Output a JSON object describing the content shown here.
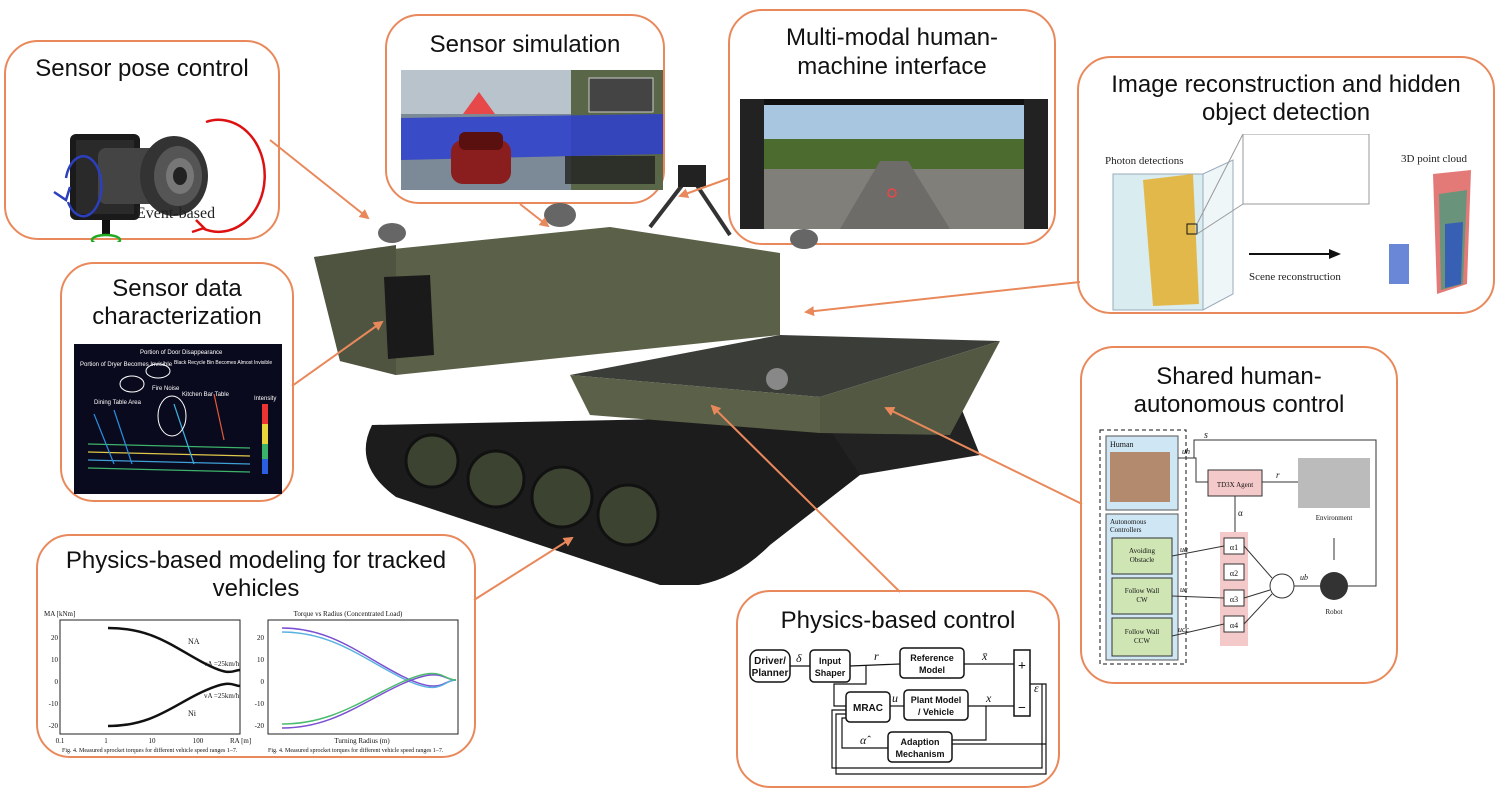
{
  "panels": {
    "sensor_pose": {
      "title": "Sensor pose control",
      "label": "Event-based"
    },
    "sensor_sim": {
      "title": "Sensor simulation"
    },
    "hmi": {
      "title_line1": "Multi-modal human-",
      "title_line2": "machine interface"
    },
    "image_recon": {
      "title_line1": "Image reconstruction and hidden",
      "title_line2": "object detection",
      "photon_label": "Photon detections",
      "cloud_label": "3D point cloud",
      "scene_label": "Scene reconstruction"
    },
    "sensor_data": {
      "title_line1": "Sensor data",
      "title_line2": "characterization",
      "annotations": [
        "Portion of Door Disappearance",
        "Portion of Dryer Becomes Invisible",
        "Black Recycle Bin Becomes Almost Invisible",
        "Fire Noise",
        "Kitchen Bar Table",
        "Dining Table Area"
      ],
      "colorbar_label": "Intensity"
    },
    "shared_control": {
      "title_line1": "Shared human-",
      "title_line2": "autonomous control",
      "human": "Human",
      "agent": "TD3X Agent",
      "environment": "Environment",
      "robot": "Robot",
      "auto_controllers_line1": "Autonomous",
      "auto_controllers_line2": "Controllers",
      "ctrl1_line1": "Avoiding",
      "ctrl1_line2": "Obstacle",
      "ctrl2_line1": "Follow Wall",
      "ctrl2_line2": "CW",
      "ctrl3_line1": "Follow Wall",
      "ctrl3_line2": "CCW",
      "sym_s": "s",
      "sym_r": "r",
      "sym_alpha": "α",
      "sym_uh": "uh",
      "sym_ua": "ua",
      "sym_uc": "uc",
      "sym_ucc": "ucc",
      "sym_ub": "ub",
      "alphas": [
        "α1",
        "α2",
        "α3",
        "α4"
      ]
    },
    "physics_modeling": {
      "title_line1": "Physics-based modeling for tracked",
      "title_line2": "vehicles",
      "caption1": "Fig. 4.  Measured sprocket torques for different vehicle speed ranges 1–7.",
      "caption2": "Fig. 4.  Measured sprocket torques for different vehicle speed ranges 1–7.",
      "plot2_title": "Torque vs Radius (Concentrated Load)",
      "plot1_ylabel": "MA [kNm]",
      "plot1_xlabel": "RA [m]",
      "plot2_xlabel": "Turning Radius (m)",
      "plot1_note1": "vA =25km/h",
      "plot1_note2": "vA =25km/h",
      "plot1_na": "NA",
      "plot1_ni": "Ni",
      "plot1_yticks": [
        "20",
        "10",
        "0",
        "-10",
        "-20"
      ],
      "plot1_xticks": [
        "0.1",
        "1",
        "10",
        "100",
        "R"
      ],
      "plot2_yticks": [
        "20",
        "10",
        "0",
        "-10",
        "-20"
      ]
    },
    "physics_control": {
      "title": "Physics-based control",
      "driver_line1": "Driver/",
      "driver_line2": "Planner",
      "shaper_line1": "Input",
      "shaper_line2": "Shaper",
      "ref_line1": "Reference",
      "ref_line2": "Model",
      "mrac": "MRAC",
      "plant_line1": "Plant Model",
      "plant_line2": "/ Vehicle",
      "adapt_line1": "Adaption",
      "adapt_line2": "Mechanism",
      "sym_delta": "δ",
      "sym_r": "r",
      "sym_xbar": "x̄",
      "sym_u": "u",
      "sym_x": "x",
      "sym_eps": "ε",
      "sym_ahat": "α̂",
      "plus": "+",
      "minus": "−"
    }
  }
}
